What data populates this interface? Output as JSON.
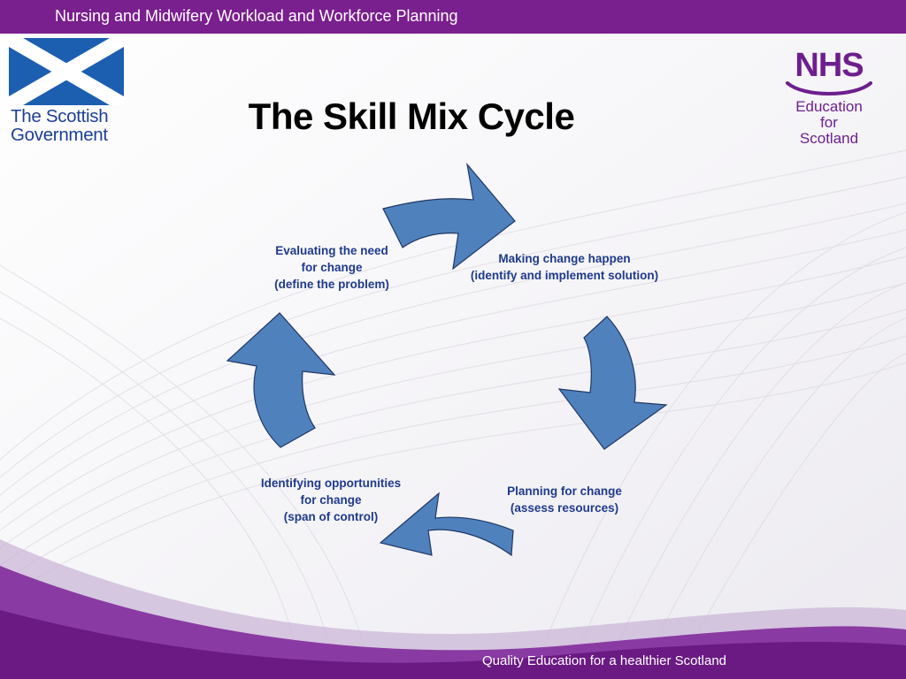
{
  "header": {
    "banner": "Nursing and Midwifery Workload and Workforce Planning"
  },
  "logos": {
    "scottish_government": {
      "line1": "The Scottish",
      "line2": "Government"
    },
    "nhs": {
      "mark": "NHS",
      "line1": "Education",
      "line2": "for",
      "line3": "Scotland"
    }
  },
  "title": "The Skill Mix Cycle",
  "cycle": {
    "stages": [
      {
        "lines": [
          "Evaluating the need",
          "for change",
          "(define the problem)"
        ]
      },
      {
        "lines": [
          "Making change happen",
          "(identify and implement solution)"
        ]
      },
      {
        "lines": [
          "Planning for change",
          "(assess resources)"
        ]
      },
      {
        "lines": [
          "Identifying opportunities",
          "for change",
          "(span of control)"
        ]
      }
    ],
    "arrow_direction": "clockwise",
    "arrow_color": "#4f81bd"
  },
  "footer": {
    "text": "Quality Education for a healthier Scotland"
  },
  "colors": {
    "brand_purple": "#7a1f8e",
    "nhs_purple": "#6d1f8e",
    "gov_blue": "#1c3f94",
    "text_blue": "#1f3a8c"
  }
}
